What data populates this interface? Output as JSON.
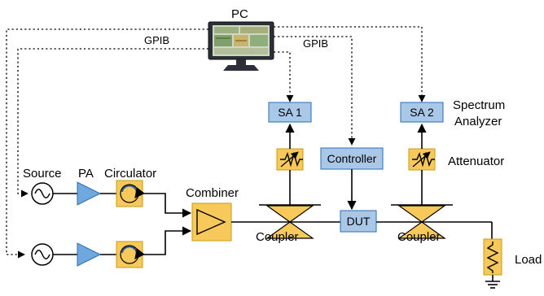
{
  "labels": {
    "pc": "PC",
    "gpib_left": "GPIB",
    "gpib_mid": "GPIB",
    "sa1": "SA 1",
    "sa2": "SA 2",
    "spectrum_analyzer_line1": "Spectrum",
    "spectrum_analyzer_line2": "Analyzer",
    "controller": "Controller",
    "attenuator": "Attenuator",
    "source": "Source",
    "pa": "PA",
    "circulator": "Circulator",
    "combiner": "Combiner",
    "dut": "DUT",
    "coupler_left": "Coupler",
    "coupler_right": "Coupler",
    "load": "Load"
  },
  "colors": {
    "instrument_fill": "#a9c8e8",
    "instrument_stroke": "#2d6db0",
    "component_fill": "#f6c95a",
    "component_stroke": "#c99a18",
    "amplifier_fill": "#6fa7df"
  }
}
